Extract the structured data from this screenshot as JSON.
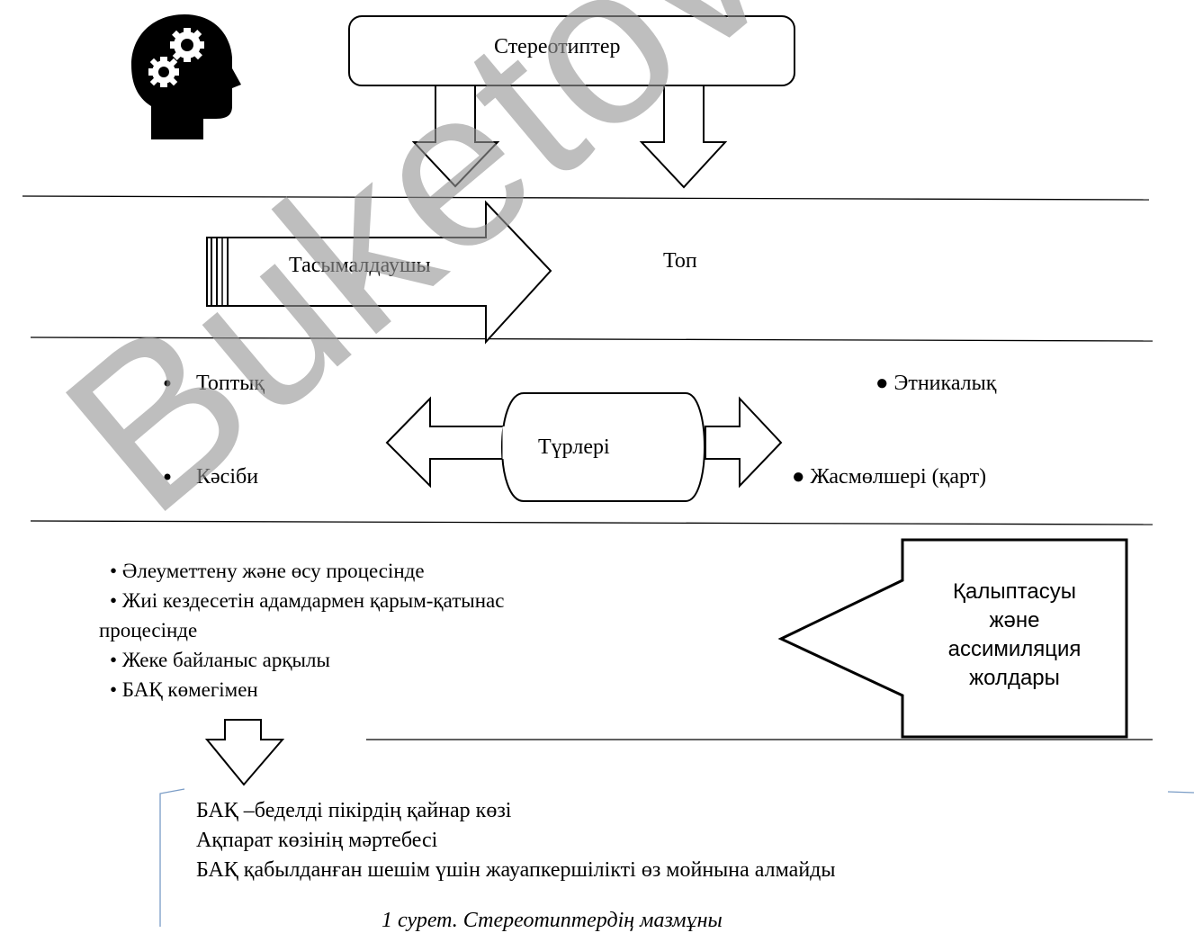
{
  "diagram": {
    "top_box_label": "Стереотиптер",
    "carrier_label": "Тасымалдаушы",
    "group_label": "Топ",
    "types_label": "Түрлері",
    "type_items": {
      "left_top": "Топтық",
      "left_bottom": "Кәсіби",
      "right_top": "● Этникалық",
      "right_bottom": "● Жасмөлшері (қарт)"
    },
    "formation_label_lines": [
      "Қалыптасуы",
      "және",
      "ассимиляция",
      "жолдары"
    ],
    "formation_items": [
      "• Әлеуметтену және өсу процесінде",
      "• Жиі кездесетін адамдармен қарым-қатынас",
      "процесінде",
      "• Жеке байланыс арқылы",
      "• БАҚ көмегімен"
    ],
    "media_items": [
      "БАҚ –беделді пікірдің қайнар көзі",
      "Ақпарат көзінің мәртебесі",
      "БАҚ қабылданған шешім үшін жауапкершілікті өз мойнына алмайды"
    ],
    "caption_partial": "1 сурет. Стереотиптердің мазмұны"
  },
  "watermark": "Buketov Univ",
  "icons": {
    "head": "head-gears-icon",
    "bullet": "bullet-dot-icon"
  },
  "colors": {
    "line": "#000000",
    "watermark": "#969696",
    "box_bracket": "#7a9cc6"
  }
}
